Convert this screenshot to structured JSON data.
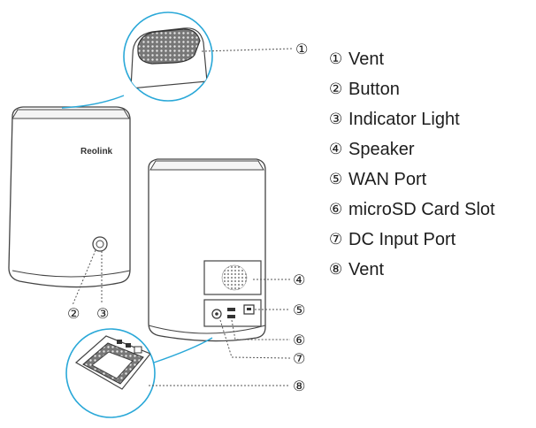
{
  "brand_label": "Reolink",
  "legend": [
    {
      "num": "①",
      "label": "Vent"
    },
    {
      "num": "②",
      "label": "Button"
    },
    {
      "num": "③",
      "label": "Indicator Light"
    },
    {
      "num": "④",
      "label": "Speaker"
    },
    {
      "num": "⑤",
      "label": "WAN Port"
    },
    {
      "num": "⑥",
      "label": "microSD Card Slot"
    },
    {
      "num": "⑦",
      "label": "DC Input Port"
    },
    {
      "num": "⑧",
      "label": "Vent"
    }
  ],
  "callouts": {
    "vent_top": "①",
    "button": "②",
    "indicator": "③",
    "speaker": "④",
    "wan": "⑤",
    "microsd": "⑥",
    "dc": "⑦",
    "vent_bottom": "⑧"
  },
  "colors": {
    "accent_line": "#2aa8d8",
    "outline": "#444444",
    "leader": "#555555"
  },
  "icons": [
    "zoom-circle",
    "speaker-grille",
    "ethernet-port",
    "dc-jack",
    "microsd-slot"
  ]
}
